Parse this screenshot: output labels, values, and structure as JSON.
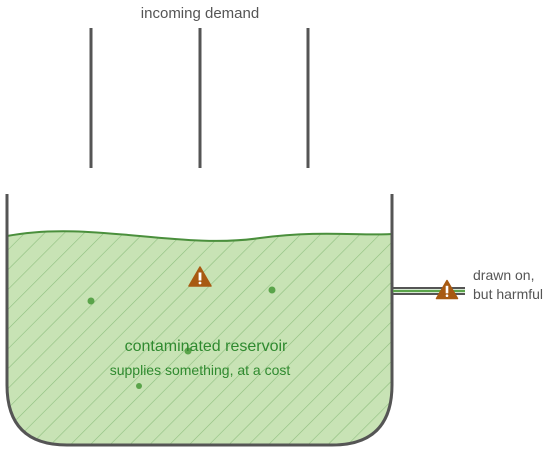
{
  "diagram": {
    "incoming_label": "incoming demand",
    "reservoir_title": "contaminated reservoir",
    "reservoir_subtitle": "supplies something, at a cost",
    "outlet_label_line1": "drawn on,",
    "outlet_label_line2": "but harmful"
  },
  "icons": {
    "hazard": "warning-triangle-icon"
  },
  "colors": {
    "outline": "#555555",
    "water_fill": "#c8e3b5",
    "water_line": "#4a8f3c",
    "hatch": "#8fbf7f",
    "particle": "#5aa44a",
    "label_green": "#2f8a2f",
    "hazard_fill": "#a85a12",
    "label_gray": "#555555"
  }
}
